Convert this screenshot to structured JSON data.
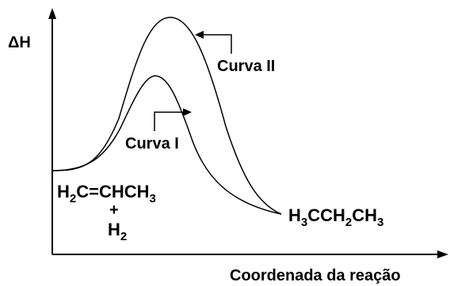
{
  "axes": {
    "y_label": "ΔH",
    "x_label": "Coordenada da reação"
  },
  "curves": {
    "curve_2_label": "Curva II",
    "curve_1_label": "Curva I"
  },
  "reactants": {
    "line1": {
      "a": "H",
      "a_sub": "2",
      "b": "C=CHCH",
      "b_sub": "3"
    },
    "plus": "+",
    "line2": {
      "a": "H",
      "a_sub": "2"
    }
  },
  "product": {
    "a": "H",
    "a_sub": "3",
    "b": "CCH",
    "b_sub": "2",
    "c": "CH",
    "c_sub": "3"
  },
  "colors": {
    "ink": "#000000",
    "background": "#ffffff"
  }
}
